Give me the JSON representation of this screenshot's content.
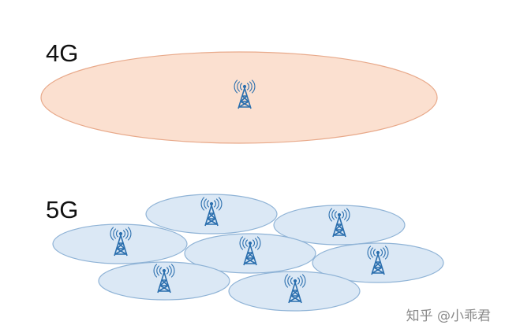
{
  "labels": {
    "four_g": "4G",
    "five_g": "5G"
  },
  "watermark": "知乎 @小乖君",
  "colors": {
    "four_g_fill": "#fbe0d0",
    "four_g_stroke": "#e8a98a",
    "five_g_fill": "#dbe8f5",
    "five_g_stroke": "#8fb3d6",
    "tower": "#2b6fae"
  },
  "icons": {
    "cell": "cell-tower-icon"
  }
}
